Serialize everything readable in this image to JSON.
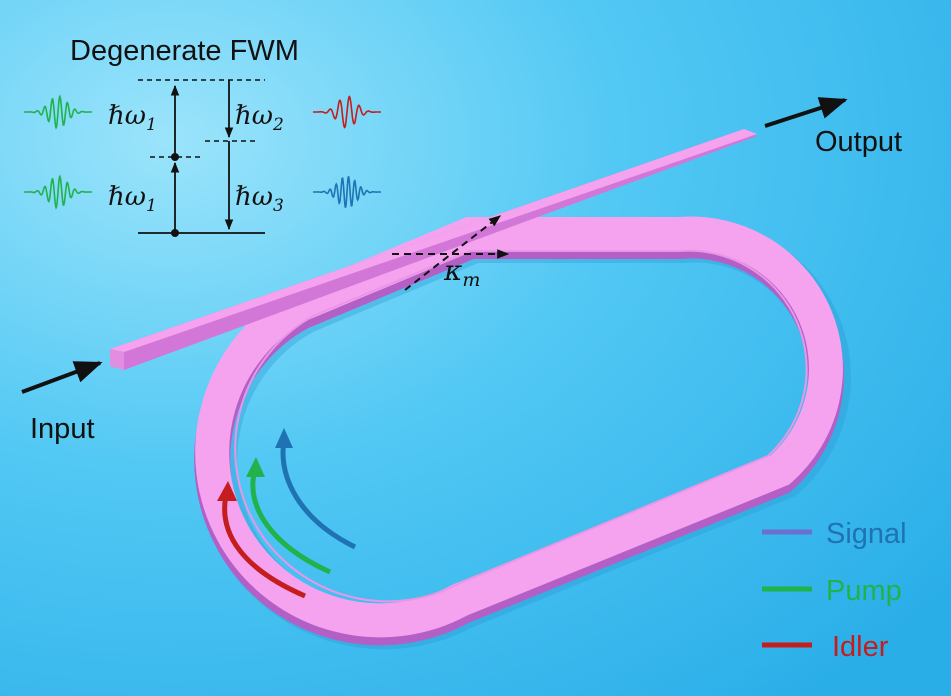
{
  "title": "Degenerate FWM",
  "energy_labels": {
    "pump1_top": {
      "symbol": "ℏω",
      "sub": "1"
    },
    "idler": {
      "symbol": "ℏω",
      "sub": "2"
    },
    "pump1_bottom": {
      "symbol": "ℏω",
      "sub": "1"
    },
    "signal": {
      "symbol": "ℏω",
      "sub": "3"
    }
  },
  "coupling": {
    "symbol": "κ",
    "sub": "m"
  },
  "ports": {
    "input": "Input",
    "output": "Output"
  },
  "legend": [
    {
      "key": "signal",
      "label": "Signal",
      "line_color": "#6a6fd0",
      "text_color": "#1f73b3"
    },
    {
      "key": "pump",
      "label": "Pump",
      "line_color": "#21b24b",
      "text_color": "#21b24b"
    },
    {
      "key": "idler",
      "label": "Idler",
      "line_color": "#c51d1d",
      "text_color": "#c51d1d"
    }
  ],
  "colors": {
    "background": "#3fbff2",
    "waveguide_top": "#f5a3ef",
    "waveguide_side": "#d277d8",
    "waveguide_edge": "#8f3fb5",
    "signal_arrow": "#1f73b3",
    "pump": "#21b24b",
    "idler": "#c51d1d"
  }
}
